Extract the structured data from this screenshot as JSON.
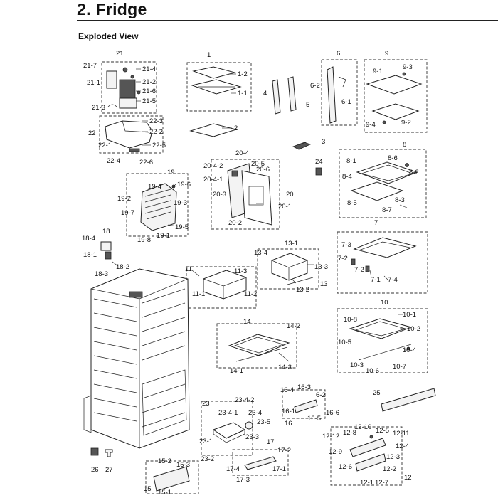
{
  "page": {
    "title": "2.  Fridge",
    "subtitle": "Exploded View"
  },
  "callouts": [
    {
      "id": "c-21",
      "text": "21"
    },
    {
      "id": "c-21-7",
      "text": "21-7"
    },
    {
      "id": "c-21-4",
      "text": "21-4"
    },
    {
      "id": "c-21-1",
      "text": "21-1"
    },
    {
      "id": "c-21-2",
      "text": "21-2"
    },
    {
      "id": "c-21-6",
      "text": "21-6"
    },
    {
      "id": "c-21-5",
      "text": "21-5"
    },
    {
      "id": "c-21-3",
      "text": "21-3"
    },
    {
      "id": "c-22",
      "text": "22"
    },
    {
      "id": "c-22-3",
      "text": "22-3"
    },
    {
      "id": "c-22-2",
      "text": "22-2"
    },
    {
      "id": "c-22-5",
      "text": "22-5"
    },
    {
      "id": "c-22-1",
      "text": "22-1"
    },
    {
      "id": "c-22-4",
      "text": "22-4"
    },
    {
      "id": "c-22-6",
      "text": "22-6"
    },
    {
      "id": "c-1",
      "text": "1"
    },
    {
      "id": "c-1-2",
      "text": "1-2"
    },
    {
      "id": "c-1-1",
      "text": "1-1"
    },
    {
      "id": "c-2",
      "text": "2"
    },
    {
      "id": "c-4",
      "text": "4"
    },
    {
      "id": "c-5",
      "text": "5"
    },
    {
      "id": "c-6",
      "text": "6"
    },
    {
      "id": "c-6-2",
      "text": "6-2"
    },
    {
      "id": "c-6-1",
      "text": "6-1"
    },
    {
      "id": "c-3",
      "text": "3"
    },
    {
      "id": "c-9",
      "text": "9"
    },
    {
      "id": "c-9-1",
      "text": "9-1"
    },
    {
      "id": "c-9-3",
      "text": "9-3"
    },
    {
      "id": "c-9-4",
      "text": "9-4"
    },
    {
      "id": "c-9-2",
      "text": "9-2"
    },
    {
      "id": "c-8",
      "text": "8"
    },
    {
      "id": "c-8-1",
      "text": "8-1"
    },
    {
      "id": "c-8-6",
      "text": "8-6"
    },
    {
      "id": "c-8-2",
      "text": "8-2"
    },
    {
      "id": "c-8-4",
      "text": "8-4"
    },
    {
      "id": "c-8-3",
      "text": "8-3"
    },
    {
      "id": "c-8-5",
      "text": "8-5"
    },
    {
      "id": "c-8-7",
      "text": "8-7"
    },
    {
      "id": "c-24",
      "text": "24"
    },
    {
      "id": "c-20-4",
      "text": "20-4"
    },
    {
      "id": "c-20-4-2",
      "text": "20-4-2"
    },
    {
      "id": "c-20-5",
      "text": "20-5"
    },
    {
      "id": "c-20-6",
      "text": "20-6"
    },
    {
      "id": "c-20-4-1",
      "text": "20-4-1"
    },
    {
      "id": "c-20-3",
      "text": "20-3"
    },
    {
      "id": "c-20",
      "text": "20"
    },
    {
      "id": "c-20-1",
      "text": "20-1"
    },
    {
      "id": "c-20-2",
      "text": "20-2"
    },
    {
      "id": "c-19",
      "text": "19"
    },
    {
      "id": "c-19-4",
      "text": "19-4"
    },
    {
      "id": "c-19-6",
      "text": "19-6"
    },
    {
      "id": "c-19-2",
      "text": "19-2"
    },
    {
      "id": "c-19-3",
      "text": "19-3"
    },
    {
      "id": "c-19-7",
      "text": "19-7"
    },
    {
      "id": "c-19-5",
      "text": "19-5"
    },
    {
      "id": "c-19-1",
      "text": "19-1"
    },
    {
      "id": "c-19-8",
      "text": "19-8"
    },
    {
      "id": "c-7",
      "text": "7"
    },
    {
      "id": "c-7-3",
      "text": "7-3"
    },
    {
      "id": "c-7-2a",
      "text": "7-2"
    },
    {
      "id": "c-7-2b",
      "text": "7-2"
    },
    {
      "id": "c-7-1",
      "text": "7-1"
    },
    {
      "id": "c-7-4",
      "text": "7-4"
    },
    {
      "id": "c-18",
      "text": "18"
    },
    {
      "id": "c-18-4",
      "text": "18-4"
    },
    {
      "id": "c-18-1",
      "text": "18-1"
    },
    {
      "id": "c-18-2",
      "text": "18-2"
    },
    {
      "id": "c-18-3",
      "text": "18-3"
    },
    {
      "id": "c-13-1",
      "text": "13-1"
    },
    {
      "id": "c-13-4",
      "text": "13-4"
    },
    {
      "id": "c-13-3",
      "text": "13-3"
    },
    {
      "id": "c-13-2",
      "text": "13-2"
    },
    {
      "id": "c-13",
      "text": "13"
    },
    {
      "id": "c-11",
      "text": "11"
    },
    {
      "id": "c-11-3",
      "text": "11-3"
    },
    {
      "id": "c-11-1",
      "text": "11-1"
    },
    {
      "id": "c-11-2",
      "text": "11-2"
    },
    {
      "id": "c-10",
      "text": "10"
    },
    {
      "id": "c-10-8",
      "text": "10-8"
    },
    {
      "id": "c-10-1",
      "text": "10-1"
    },
    {
      "id": "c-10-2",
      "text": "10-2"
    },
    {
      "id": "c-10-5",
      "text": "10-5"
    },
    {
      "id": "c-10-4",
      "text": "10-4"
    },
    {
      "id": "c-10-3",
      "text": "10-3"
    },
    {
      "id": "c-10-6",
      "text": "10-6"
    },
    {
      "id": "c-10-7",
      "text": "10-7"
    },
    {
      "id": "c-14",
      "text": "14"
    },
    {
      "id": "c-14-2",
      "text": "14-2"
    },
    {
      "id": "c-14-1",
      "text": "14-1"
    },
    {
      "id": "c-14-3",
      "text": "14-3"
    },
    {
      "id": "c-25",
      "text": "25"
    },
    {
      "id": "c-16-4",
      "text": "16-4"
    },
    {
      "id": "c-16-3",
      "text": "16-3"
    },
    {
      "id": "c-6-2b",
      "text": "6-2"
    },
    {
      "id": "c-16-1",
      "text": "16-1"
    },
    {
      "id": "c-16-6",
      "text": "16-6"
    },
    {
      "id": "c-16-5",
      "text": "16-5"
    },
    {
      "id": "c-16",
      "text": "16"
    },
    {
      "id": "c-23",
      "text": "23"
    },
    {
      "id": "c-23-4-2",
      "text": "23-4-2"
    },
    {
      "id": "c-23-4-1",
      "text": "23-4-1"
    },
    {
      "id": "c-23-4",
      "text": "23-4"
    },
    {
      "id": "c-23-5",
      "text": "23-5"
    },
    {
      "id": "c-23-3",
      "text": "23-3"
    },
    {
      "id": "c-23-1",
      "text": "23-1"
    },
    {
      "id": "c-23-2",
      "text": "23-2"
    },
    {
      "id": "c-17",
      "text": "17"
    },
    {
      "id": "c-17-2",
      "text": "17-2"
    },
    {
      "id": "c-17-4",
      "text": "17-4"
    },
    {
      "id": "c-17-1",
      "text": "17-1"
    },
    {
      "id": "c-17-3",
      "text": "17-3"
    },
    {
      "id": "c-26",
      "text": "26"
    },
    {
      "id": "c-27",
      "text": "27"
    },
    {
      "id": "c-15-2",
      "text": "15-2"
    },
    {
      "id": "c-15-3",
      "text": "15-3"
    },
    {
      "id": "c-15",
      "text": "15"
    },
    {
      "id": "c-15-1",
      "text": "15-1"
    },
    {
      "id": "c-12-10",
      "text": "12-10"
    },
    {
      "id": "c-12-8",
      "text": "12-8"
    },
    {
      "id": "c-12-5",
      "text": "12-5"
    },
    {
      "id": "c-12-12",
      "text": "12-12"
    },
    {
      "id": "c-12-11",
      "text": "12-11"
    },
    {
      "id": "c-12-4",
      "text": "12-4"
    },
    {
      "id": "c-12-9",
      "text": "12-9"
    },
    {
      "id": "c-12-3",
      "text": "12-3"
    },
    {
      "id": "c-12-6",
      "text": "12-6"
    },
    {
      "id": "c-12-2",
      "text": "12-2"
    },
    {
      "id": "c-12",
      "text": "12"
    },
    {
      "id": "c-12-1",
      "text": "12-1"
    },
    {
      "id": "c-12-7",
      "text": "12-7"
    }
  ]
}
